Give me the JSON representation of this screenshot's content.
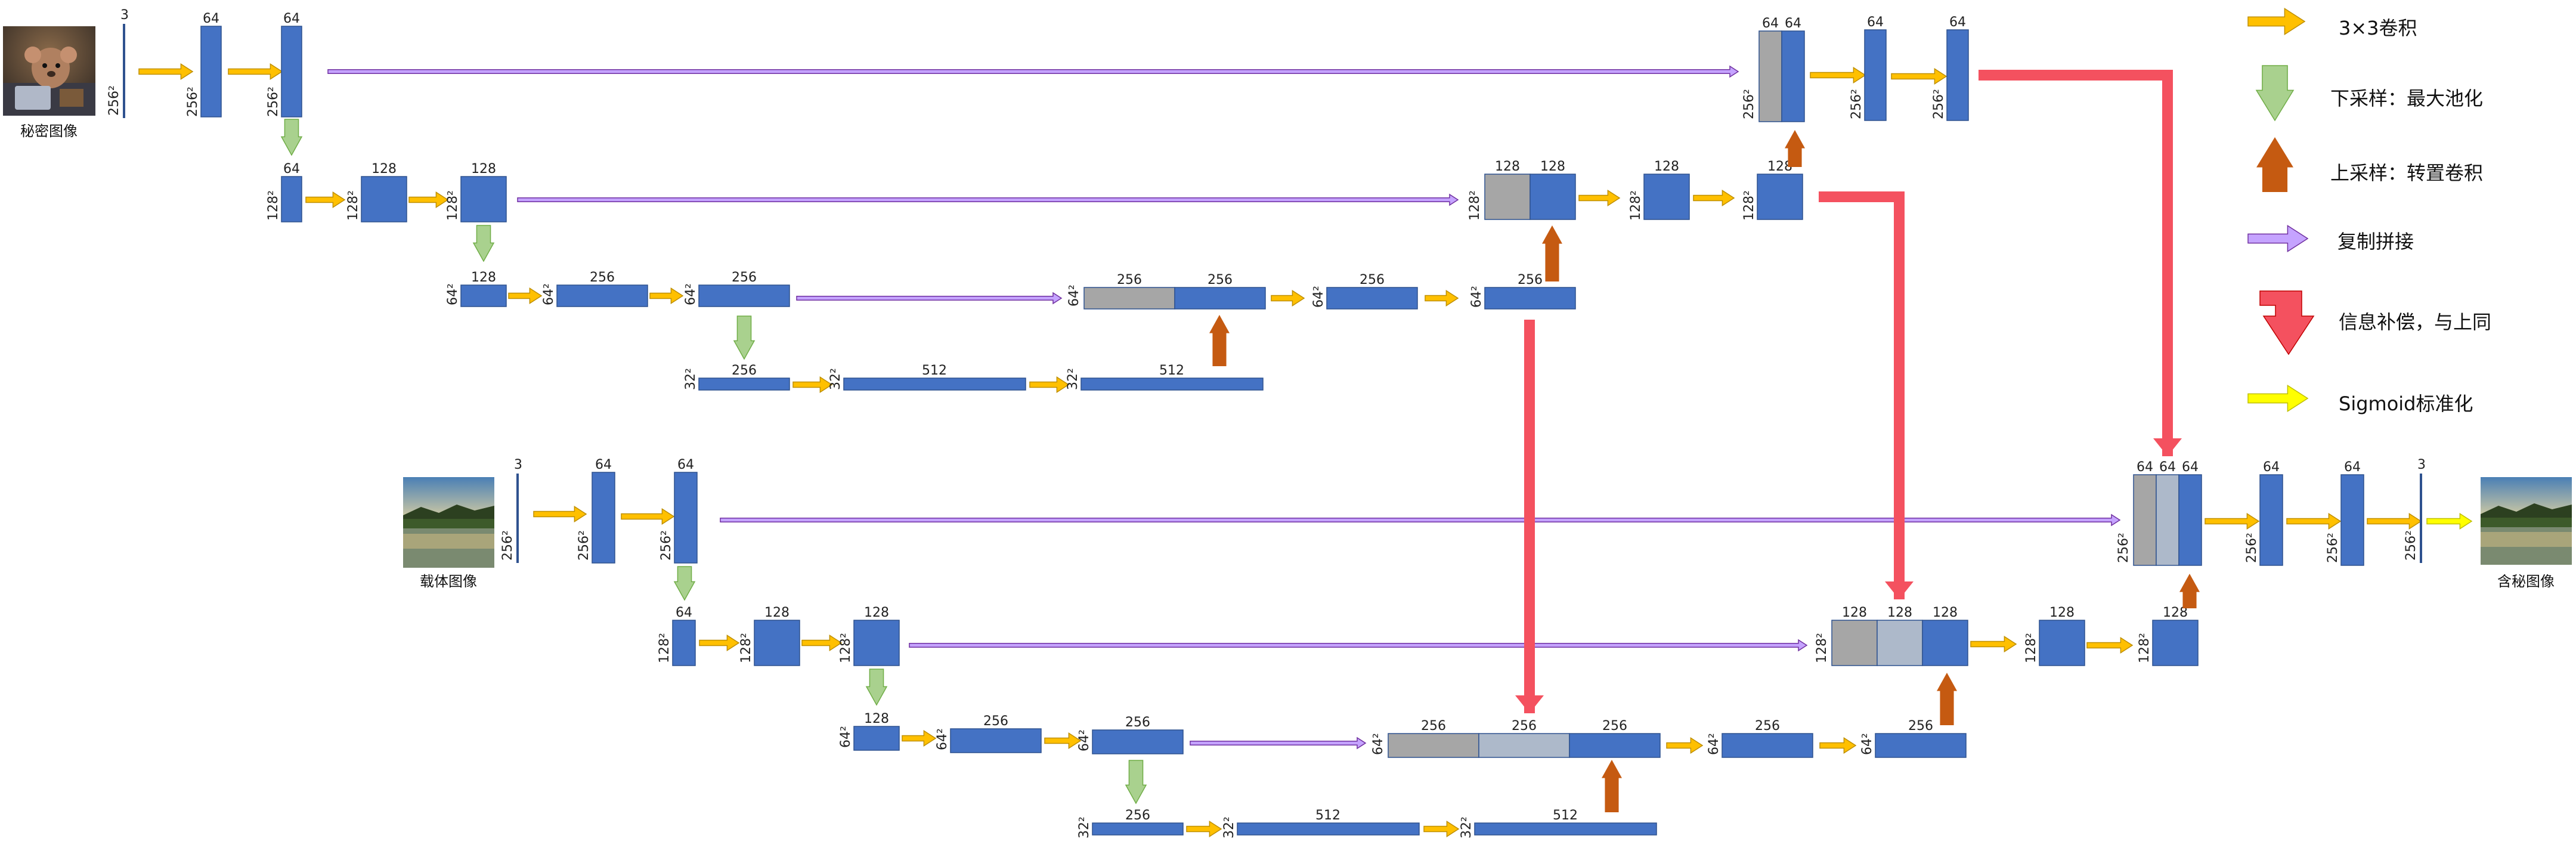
{
  "colors": {
    "block": "#4472c4",
    "block_border": "#2f528f",
    "gray": "#a6a6a6",
    "light": "#adb9ca",
    "conv": "#ffc000",
    "conv_stroke": "#bf8f00",
    "down": "#a9d18e",
    "down_stroke": "#70ad47",
    "up": "#c55a11",
    "copy": "#c5a3ff",
    "copy_stroke": "#7030a0",
    "comp": "#f4515f",
    "sigmoid": "#ffff00",
    "sigmoid_stroke": "#bfbf00"
  },
  "images": {
    "secret": {
      "label": "秘密图像",
      "icon": "koala-photo-icon"
    },
    "cover": {
      "label": "载体图像",
      "icon": "landscape-photo-icon"
    },
    "stego": {
      "label": "含秘图像",
      "icon": "landscape-photo-icon"
    }
  },
  "legend": [
    {
      "kind": "conv",
      "text": "3×3卷积"
    },
    {
      "kind": "down",
      "text": "下采样：最大池化"
    },
    {
      "kind": "up",
      "text": "上采样：转置卷积"
    },
    {
      "kind": "copy",
      "text": "复制拼接"
    },
    {
      "kind": "comp",
      "text": "信息补偿，与上同"
    },
    {
      "kind": "sigmoid",
      "text": "Sigmoid标准化"
    }
  ],
  "units": {
    "s256": "256²",
    "s128": "128²",
    "s64": "64²",
    "s32": "32²"
  }
}
